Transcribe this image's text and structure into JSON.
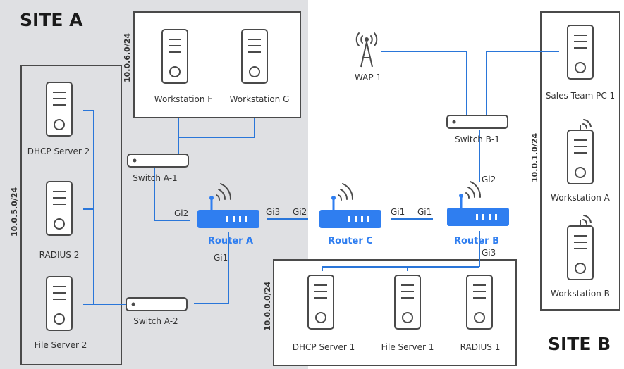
{
  "sites": {
    "a": "SITE A",
    "b": "SITE B"
  },
  "subnets": {
    "s1": "10.0.6.0/24",
    "s2": "10.0.5.0/24",
    "s3": "10.0.0.0/24",
    "s4": "10.0.1.0/24"
  },
  "devices": {
    "workstation_f": "Workstation F",
    "workstation_g": "Workstation G",
    "dhcp_server_2": "DHCP Server 2",
    "radius_2": "RADIUS 2",
    "file_server_2": "File Server 2",
    "switch_a1": "Switch A-1",
    "switch_a2": "Switch A-2",
    "wap_1": "WAP 1",
    "switch_b1": "Switch B-1",
    "sales_team_pc_1": "Sales Team PC 1",
    "workstation_a": "Workstation A",
    "workstation_b": "Workstation B",
    "dhcp_server_1": "DHCP Server 1",
    "file_server_1": "File Server 1",
    "radius_1": "RADIUS 1"
  },
  "routers": {
    "a": "Router A",
    "b": "Router B",
    "c": "Router C"
  },
  "ports": {
    "ra_gi2": "Gi2",
    "ra_gi3": "Gi3",
    "ra_gi1": "Gi1",
    "rc_gi2": "Gi2",
    "rc_gi1": "Gi1",
    "rb_gi1": "Gi1",
    "rb_gi2": "Gi2",
    "rb_gi3": "Gi3"
  }
}
